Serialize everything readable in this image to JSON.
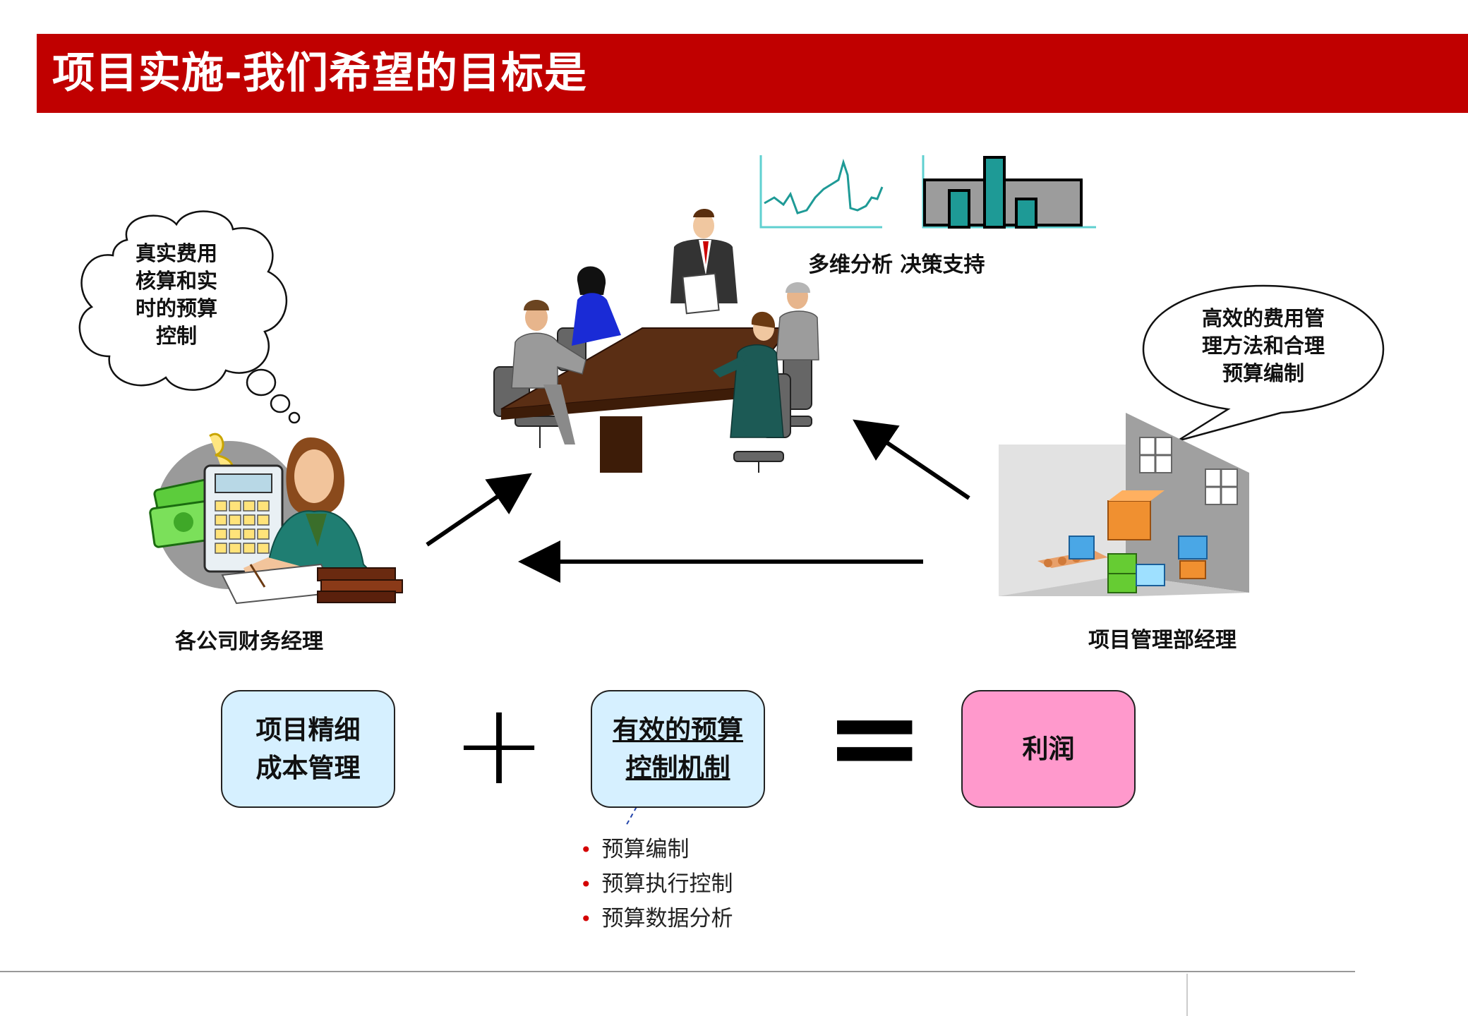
{
  "title": "项目实施-我们希望的目标是",
  "colors": {
    "accent": "#c00000",
    "box_blue": "#d6f0ff",
    "box_pink": "#ff99cc",
    "bullet": "#d40000"
  },
  "thought_bubble": {
    "lines": [
      "真实费用",
      "核算和实",
      "时的预算",
      "控制"
    ]
  },
  "speech_bubble": {
    "lines": [
      "高效的费用管",
      "理方法和合理",
      "预算编制"
    ]
  },
  "labels": {
    "analysis": "多维分析 决策支持",
    "finance_manager": "各公司财务经理",
    "project_manager": "项目管理部经理"
  },
  "equation": {
    "box1_lines": [
      "项目精细",
      "成本管理"
    ],
    "plus": "+",
    "box2_lines": [
      "有效的预算",
      "控制机制"
    ],
    "equals": "=",
    "result": "利润"
  },
  "bullets": [
    "预算编制",
    "预算执行控制",
    "预算数据分析"
  ],
  "icons": [
    "meeting-illustration",
    "line-chart-icon",
    "bar-chart-icon",
    "accountant-illustration",
    "factory-illustration",
    "thought-cloud",
    "speech-bubble",
    "arrow"
  ]
}
